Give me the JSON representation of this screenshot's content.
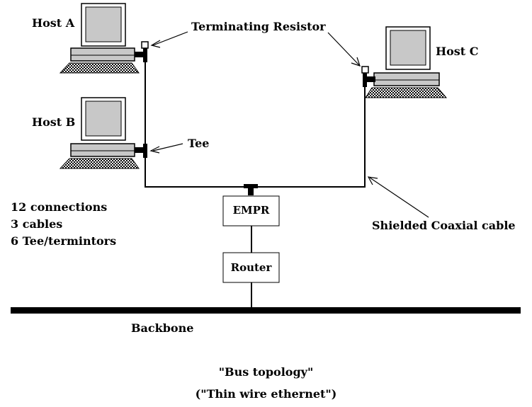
{
  "hosts": {
    "a": "Host A",
    "b": "Host B",
    "c": "Host C"
  },
  "callouts": {
    "terminating_resistor": "Terminating Resistor",
    "tee": "Tee",
    "coax": "Shielded Coaxial cable"
  },
  "devices": {
    "empr": "EMPR",
    "router": "Router"
  },
  "stats": [
    "12 connections",
    "3 cables",
    "6 Tee/termintors"
  ],
  "backbone_label": "Backbone",
  "caption": {
    "line1": "\"Bus topology\"",
    "line2": "(\"Thin wire ethernet\")"
  }
}
